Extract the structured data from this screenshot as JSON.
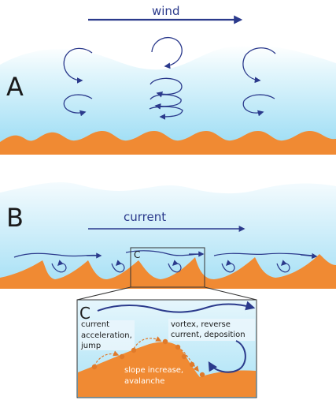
{
  "panel_a": {
    "letter": "A",
    "wind_label": "wind"
  },
  "panel_b": {
    "letter": "B",
    "current_label": "current",
    "box_label": "C"
  },
  "panel_c": {
    "letter": "C",
    "note_current": [
      "current",
      "acceleration,",
      "jump"
    ],
    "note_vortex": [
      "vortex, reverse",
      "current, deposition"
    ],
    "note_slope": [
      "slope increase,",
      "avalanche"
    ]
  },
  "colors": {
    "water_light": "#e3f6fc",
    "water_mid": "#a9e2f6",
    "sand": "#f08a33",
    "arrow": "#2b3a8c",
    "text_white": "#ffffff"
  },
  "icons": [
    "wind-arrow-icon",
    "eddy-icon",
    "current-arrow-icon",
    "vortex-arrow-icon",
    "sediment-dot-icon"
  ]
}
